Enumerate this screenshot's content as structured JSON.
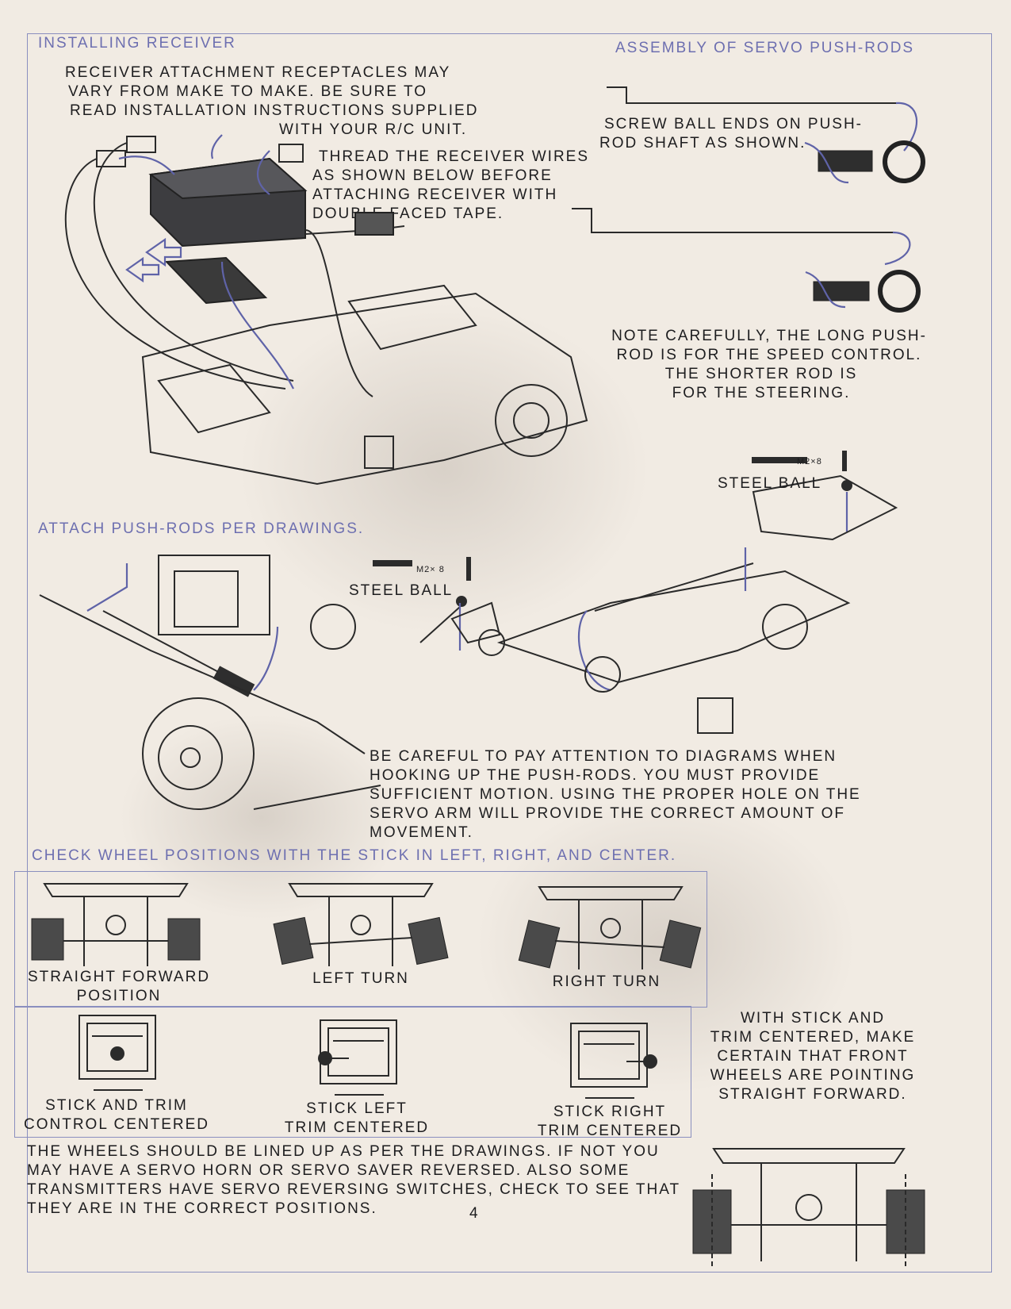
{
  "sections": {
    "installing_receiver": {
      "title": "INSTALLING RECEIVER",
      "note_lines": [
        "RECEIVER ATTACHMENT RECEPTACLES MAY",
        "VARY FROM MAKE TO MAKE.  BE SURE TO",
        "READ INSTALLATION INSTRUCTIONS SUPPLIED",
        "WITH YOUR R/C UNIT."
      ],
      "thread_lines": [
        "THREAD THE RECEIVER WIRES",
        "AS SHOWN BELOW BEFORE",
        "ATTACHING RECEIVER WITH",
        "DOUBLE  FACED TAPE."
      ]
    },
    "pushrod_assembly": {
      "title": "ASSEMBLY OF SERVO PUSH-RODS",
      "screw_lines": [
        "SCREW BALL ENDS ON PUSH-",
        "ROD SHAFT AS SHOWN."
      ],
      "note_lines": [
        "NOTE CAREFULLY, THE LONG PUSH-",
        "ROD IS FOR THE SPEED CONTROL.",
        "THE SHORTER ROD IS",
        "FOR THE STEERING."
      ]
    },
    "attach_pushrods": {
      "title": "ATTACH PUSH-RODS PER DRAWINGS.",
      "screw_label_1": "M2× 8",
      "steel_ball_1": "STEEL BALL",
      "screw_label_2": "M2×8",
      "steel_ball_2": "STEEL BALL",
      "careful_lines": [
        "BE CAREFUL TO PAY ATTENTION TO DIAGRAMS WHEN",
        "HOOKING UP THE PUSH-RODS.  YOU MUST PROVIDE",
        "SUFFICIENT MOTION.  USING THE PROPER HOLE ON THE",
        "SERVO ARM WILL PROVIDE THE CORRECT AMOUNT OF",
        "MOVEMENT."
      ]
    },
    "wheel_positions": {
      "title": "CHECK WHEEL POSITIONS WITH THE STICK IN LEFT, RIGHT, AND CENTER.",
      "positions": [
        {
          "line1": "STRAIGHT FORWARD",
          "line2": "POSITION"
        },
        {
          "line1": "LEFT TURN",
          "line2": ""
        },
        {
          "line1": "RIGHT TURN",
          "line2": ""
        }
      ],
      "sticks": [
        {
          "line1": "STICK AND TRIM",
          "line2": "CONTROL CENTERED"
        },
        {
          "line1": "STICK LEFT",
          "line2": "TRIM CENTERED"
        },
        {
          "line1": "STICK RIGHT",
          "line2": "TRIM CENTERED"
        }
      ],
      "centered_note_lines": [
        "WITH STICK AND",
        "TRIM CENTERED, MAKE",
        "CERTAIN THAT FRONT",
        "WHEELS ARE POINTING",
        "STRAIGHT FORWARD."
      ],
      "footer_lines": [
        "THE WHEELS SHOULD BE LINED UP AS PER THE DRAWINGS.  IF NOT YOU",
        "MAY HAVE A SERVO HORN OR SERVO SAVER REVERSED.  ALSO SOME",
        "TRANSMITTERS HAVE SERVO REVERSING SWITCHES, CHECK TO SEE THAT",
        "THEY ARE IN THE CORRECT POSITIONS."
      ]
    }
  },
  "page_number": "4"
}
